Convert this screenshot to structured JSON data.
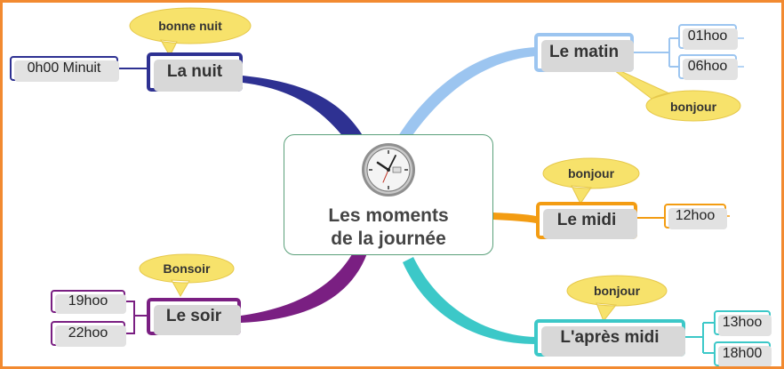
{
  "center": {
    "title_line1": "Les moments",
    "title_line2": "de la journée"
  },
  "icons": {
    "center_icon": "wall-clock-icon"
  },
  "colors": {
    "frame": "#f28a30",
    "nuit": "#2e3192",
    "soir": "#7a1f82",
    "matin": "#9cc5f0",
    "midi": "#f39c12",
    "apres_midi": "#3cc8c8",
    "callout": "#f7e26b"
  },
  "branches": {
    "nuit": {
      "label": "La nuit",
      "callout": "bonne nuit",
      "leaves": [
        "0h00 Minuit"
      ]
    },
    "soir": {
      "label": "Le soir",
      "callout": "Bonsoir",
      "leaves": [
        "19hoo",
        "22hoo"
      ]
    },
    "matin": {
      "label": "Le matin",
      "callout": "bonjour",
      "leaves": [
        "01hoo",
        "06hoo"
      ]
    },
    "midi": {
      "label": "Le midi",
      "callout": "bonjour",
      "leaves": [
        "12hoo"
      ]
    },
    "apres_midi": {
      "label": "L'après midi",
      "callout": "bonjour",
      "leaves": [
        "13hoo",
        "18h00"
      ]
    }
  }
}
